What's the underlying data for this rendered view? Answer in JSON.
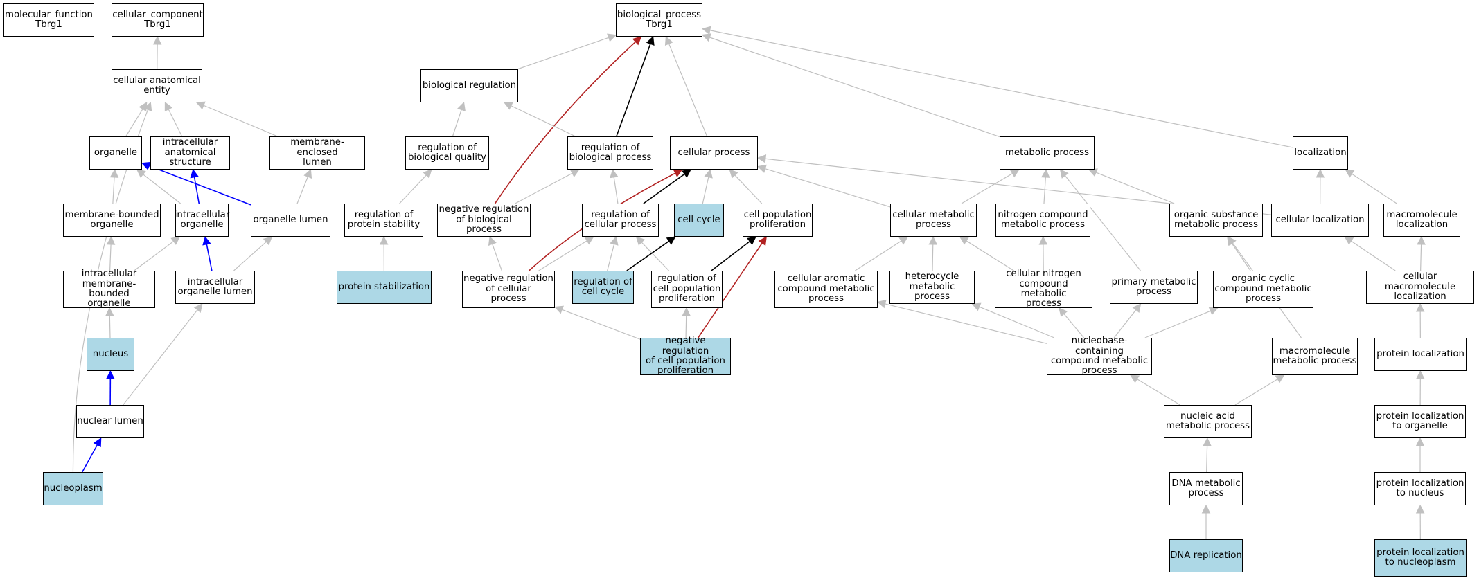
{
  "colors": {
    "edge_default": "#c0c0c0",
    "edge_black": "#000000",
    "edge_red": "#b22222",
    "edge_blue": "#0000ff",
    "highlight_fill": "#add8e6",
    "node_fill": "#ffffff"
  },
  "nodes": [
    {
      "id": "mf",
      "label": "molecular_function\nTbrg1",
      "hl": false
    },
    {
      "id": "cc",
      "label": "cellular_component\nTbrg1",
      "hl": false
    },
    {
      "id": "bp",
      "label": "biological_process\nTbrg1",
      "hl": false
    },
    {
      "id": "cae",
      "label": "cellular anatomical\nentity",
      "hl": false
    },
    {
      "id": "breg",
      "label": "biological regulation",
      "hl": false
    },
    {
      "id": "org",
      "label": "organelle",
      "hl": false
    },
    {
      "id": "ias",
      "label": "intracellular\nanatomical structure",
      "hl": false
    },
    {
      "id": "mel",
      "label": "membrane-enclosed\nlumen",
      "hl": false
    },
    {
      "id": "rbq",
      "label": "regulation of\nbiological quality",
      "hl": false
    },
    {
      "id": "rbp",
      "label": "regulation of\nbiological process",
      "hl": false
    },
    {
      "id": "cp",
      "label": "cellular process",
      "hl": false
    },
    {
      "id": "mp",
      "label": "metabolic process",
      "hl": false
    },
    {
      "id": "loc",
      "label": "localization",
      "hl": false
    },
    {
      "id": "mbo",
      "label": "membrane-bounded\norganelle",
      "hl": false
    },
    {
      "id": "io",
      "label": "intracellular\norganelle",
      "hl": false
    },
    {
      "id": "ol",
      "label": "organelle lumen",
      "hl": false
    },
    {
      "id": "rps",
      "label": "regulation of\nprotein stability",
      "hl": false
    },
    {
      "id": "nrbp",
      "label": "negative regulation\nof biological\nprocess",
      "hl": false
    },
    {
      "id": "rcp",
      "label": "regulation of\ncellular process",
      "hl": false
    },
    {
      "id": "cc2",
      "label": "cell cycle",
      "hl": true
    },
    {
      "id": "cpp",
      "label": "cell population\nproliferation",
      "hl": false
    },
    {
      "id": "cmp",
      "label": "cellular metabolic\nprocess",
      "hl": false
    },
    {
      "id": "ncmp",
      "label": "nitrogen compound\nmetabolic process",
      "hl": false
    },
    {
      "id": "osmp",
      "label": "organic substance\nmetabolic process",
      "hl": false
    },
    {
      "id": "cl",
      "label": "cellular localization",
      "hl": false
    },
    {
      "id": "ml",
      "label": "macromolecule\nlocalization",
      "hl": false
    },
    {
      "id": "imbo",
      "label": "intracellular\nmembrane-bounded\norganelle",
      "hl": false
    },
    {
      "id": "iol",
      "label": "intracellular\norganelle lumen",
      "hl": false
    },
    {
      "id": "ps",
      "label": "protein stabilization",
      "hl": true
    },
    {
      "id": "nrcp",
      "label": "negative regulation\nof cellular\nprocess",
      "hl": false
    },
    {
      "id": "rcc",
      "label": "regulation of\ncell cycle",
      "hl": true
    },
    {
      "id": "rcpp",
      "label": "regulation of\ncell population\nproliferation",
      "hl": false
    },
    {
      "id": "cacmp",
      "label": "cellular aromatic\ncompound metabolic\nprocess",
      "hl": false
    },
    {
      "id": "hmp",
      "label": "heterocycle\nmetabolic process",
      "hl": false
    },
    {
      "id": "cncmp",
      "label": "cellular nitrogen\ncompound metabolic\nprocess",
      "hl": false
    },
    {
      "id": "pmp",
      "label": "primary metabolic\nprocess",
      "hl": false
    },
    {
      "id": "occmp",
      "label": "organic cyclic\ncompound metabolic\nprocess",
      "hl": false
    },
    {
      "id": "cml",
      "label": "cellular macromolecule\nlocalization",
      "hl": false
    },
    {
      "id": "nuc",
      "label": "nucleus",
      "hl": true
    },
    {
      "id": "nrcpp",
      "label": "negative regulation\nof cell population\nproliferation",
      "hl": true
    },
    {
      "id": "nbccmp",
      "label": "nucleobase-containing\ncompound metabolic\nprocess",
      "hl": false
    },
    {
      "id": "mmp",
      "label": "macromolecule\nmetabolic process",
      "hl": false
    },
    {
      "id": "pl",
      "label": "protein localization",
      "hl": false
    },
    {
      "id": "nl",
      "label": "nuclear lumen",
      "hl": false
    },
    {
      "id": "namp",
      "label": "nucleic acid\nmetabolic process",
      "hl": false
    },
    {
      "id": "plo",
      "label": "protein localization\nto organelle",
      "hl": false
    },
    {
      "id": "np",
      "label": "nucleoplasm",
      "hl": true
    },
    {
      "id": "dmp",
      "label": "DNA metabolic\nprocess",
      "hl": false
    },
    {
      "id": "pln",
      "label": "protein localization\nto nucleus",
      "hl": false
    },
    {
      "id": "dr",
      "label": "DNA replication",
      "hl": true
    },
    {
      "id": "pln2",
      "label": "protein localization\nto nucleoplasm",
      "hl": true
    }
  ],
  "edges": [
    {
      "from": "cae",
      "to": "cc",
      "style": "gray"
    },
    {
      "from": "breg",
      "to": "bp",
      "style": "gray"
    },
    {
      "from": "rbp",
      "to": "bp",
      "style": "black"
    },
    {
      "from": "nrbp",
      "to": "bp",
      "style": "red"
    },
    {
      "from": "cp",
      "to": "bp",
      "style": "gray"
    },
    {
      "from": "mp",
      "to": "bp",
      "style": "gray"
    },
    {
      "from": "loc",
      "to": "bp",
      "style": "gray"
    },
    {
      "from": "org",
      "to": "cae",
      "style": "gray"
    },
    {
      "from": "ias",
      "to": "cae",
      "style": "gray"
    },
    {
      "from": "mel",
      "to": "cae",
      "style": "gray"
    },
    {
      "from": "np",
      "to": "cae",
      "style": "gray"
    },
    {
      "from": "rbq",
      "to": "breg",
      "style": "gray"
    },
    {
      "from": "rbp",
      "to": "breg",
      "style": "gray"
    },
    {
      "from": "mbo",
      "to": "org",
      "style": "gray"
    },
    {
      "from": "io",
      "to": "org",
      "style": "gray"
    },
    {
      "from": "ol",
      "to": "org",
      "style": "blue"
    },
    {
      "from": "io",
      "to": "ias",
      "style": "blue"
    },
    {
      "from": "ol",
      "to": "mel",
      "style": "gray"
    },
    {
      "from": "rps",
      "to": "rbq",
      "style": "gray"
    },
    {
      "from": "nrbp",
      "to": "rbp",
      "style": "gray"
    },
    {
      "from": "rcp",
      "to": "rbp",
      "style": "gray"
    },
    {
      "from": "rcp",
      "to": "cp",
      "style": "black"
    },
    {
      "from": "cc2",
      "to": "cp",
      "style": "gray"
    },
    {
      "from": "cpp",
      "to": "cp",
      "style": "gray"
    },
    {
      "from": "cmp",
      "to": "cp",
      "style": "gray"
    },
    {
      "from": "cl",
      "to": "cp",
      "style": "gray"
    },
    {
      "from": "nrcp",
      "to": "cp",
      "style": "red"
    },
    {
      "from": "cmp",
      "to": "mp",
      "style": "gray"
    },
    {
      "from": "ncmp",
      "to": "mp",
      "style": "gray"
    },
    {
      "from": "osmp",
      "to": "mp",
      "style": "gray"
    },
    {
      "from": "pmp",
      "to": "mp",
      "style": "gray"
    },
    {
      "from": "cl",
      "to": "loc",
      "style": "gray"
    },
    {
      "from": "ml",
      "to": "loc",
      "style": "gray"
    },
    {
      "from": "imbo",
      "to": "mbo",
      "style": "gray"
    },
    {
      "from": "imbo",
      "to": "io",
      "style": "gray"
    },
    {
      "from": "iol",
      "to": "io",
      "style": "blue"
    },
    {
      "from": "iol",
      "to": "ol",
      "style": "gray"
    },
    {
      "from": "ps",
      "to": "rps",
      "style": "gray"
    },
    {
      "from": "nrcp",
      "to": "nrbp",
      "style": "gray"
    },
    {
      "from": "nrcp",
      "to": "rcp",
      "style": "gray"
    },
    {
      "from": "rcc",
      "to": "rcp",
      "style": "gray"
    },
    {
      "from": "rcpp",
      "to": "rcp",
      "style": "gray"
    },
    {
      "from": "rcc",
      "to": "cc2",
      "style": "black"
    },
    {
      "from": "rcpp",
      "to": "cpp",
      "style": "black"
    },
    {
      "from": "nrcpp",
      "to": "cpp",
      "style": "red"
    },
    {
      "from": "cacmp",
      "to": "cmp",
      "style": "gray"
    },
    {
      "from": "hmp",
      "to": "cmp",
      "style": "gray"
    },
    {
      "from": "cncmp",
      "to": "cmp",
      "style": "gray"
    },
    {
      "from": "cncmp",
      "to": "ncmp",
      "style": "gray"
    },
    {
      "from": "occmp",
      "to": "osmp",
      "style": "gray"
    },
    {
      "from": "mmp",
      "to": "osmp",
      "style": "gray"
    },
    {
      "from": "cml",
      "to": "cl",
      "style": "gray"
    },
    {
      "from": "cml",
      "to": "ml",
      "style": "gray"
    },
    {
      "from": "nuc",
      "to": "imbo",
      "style": "gray"
    },
    {
      "from": "nl",
      "to": "iol",
      "style": "gray"
    },
    {
      "from": "nl",
      "to": "nuc",
      "style": "blue"
    },
    {
      "from": "np",
      "to": "nl",
      "style": "blue"
    },
    {
      "from": "nrcpp",
      "to": "nrcp",
      "style": "gray"
    },
    {
      "from": "nrcpp",
      "to": "rcpp",
      "style": "gray"
    },
    {
      "from": "nbccmp",
      "to": "cacmp",
      "style": "gray"
    },
    {
      "from": "nbccmp",
      "to": "hmp",
      "style": "gray"
    },
    {
      "from": "nbccmp",
      "to": "cncmp",
      "style": "gray"
    },
    {
      "from": "nbccmp",
      "to": "pmp",
      "style": "gray"
    },
    {
      "from": "nbccmp",
      "to": "occmp",
      "style": "gray"
    },
    {
      "from": "pl",
      "to": "cml",
      "style": "gray"
    },
    {
      "from": "namp",
      "to": "nbccmp",
      "style": "gray"
    },
    {
      "from": "namp",
      "to": "mmp",
      "style": "gray"
    },
    {
      "from": "plo",
      "to": "pl",
      "style": "gray"
    },
    {
      "from": "dmp",
      "to": "namp",
      "style": "gray"
    },
    {
      "from": "pln",
      "to": "plo",
      "style": "gray"
    },
    {
      "from": "dr",
      "to": "dmp",
      "style": "gray"
    },
    {
      "from": "pln2",
      "to": "pln",
      "style": "gray"
    }
  ]
}
